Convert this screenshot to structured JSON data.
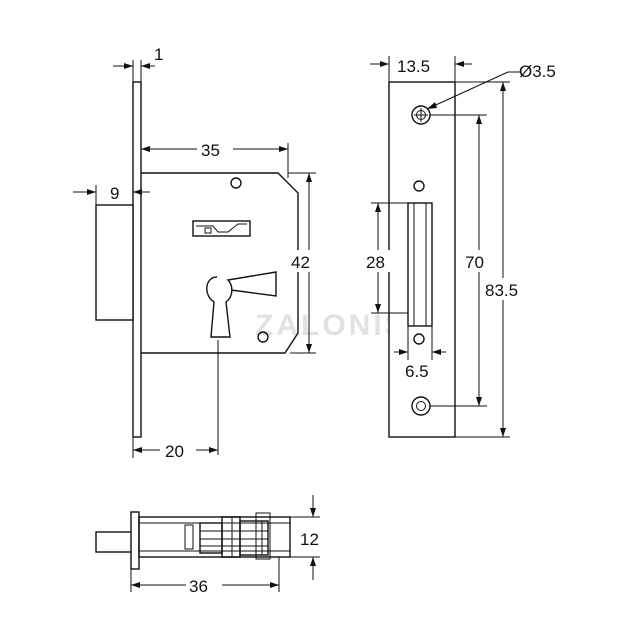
{
  "watermark": "ZALONIS",
  "dimensions": {
    "faceplate_thickness": "1",
    "case_depth": "35",
    "bolt_projection": "9",
    "case_height": "42",
    "backset": "20",
    "strike_width": "13.5",
    "screw_hole_diameter": "Ø3.5",
    "strike_opening_height": "28",
    "screw_centers": "70",
    "strike_height": "83.5",
    "strike_opening_width": "6.5",
    "case_thickness": "12",
    "overall_depth": "36"
  }
}
